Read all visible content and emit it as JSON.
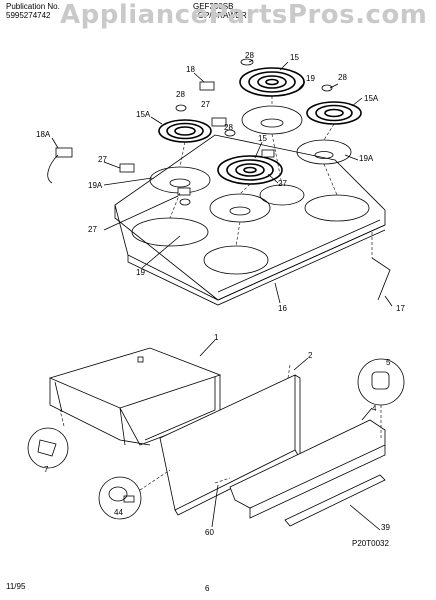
{
  "header": {
    "publication_label": "Publication No.",
    "publication_number": "5995274742",
    "model": "GEF350SB",
    "section": "TOP/DRAWER"
  },
  "watermark": "AppliancePartsPros.com",
  "parts": {
    "p28a": "28",
    "p15a": "15",
    "p18": "18",
    "p19a": "19",
    "p28b": "28",
    "p28c": "28",
    "p15A_a": "15A",
    "p15A_b": "15A",
    "p27a": "27",
    "p18A": "18A",
    "p27b": "27",
    "p28d": "28",
    "p15b": "15",
    "p19A_a": "19A",
    "p19A_b": "19A",
    "p27c": "27",
    "p27d": "27",
    "p19b": "19",
    "p16": "16",
    "p17": "17",
    "p1": "1",
    "p2": "2",
    "p5": "5",
    "p4": "4",
    "p7": "7",
    "p44": "44",
    "p60": "60",
    "p39": "39"
  },
  "drawing_code": "P20T0032",
  "footer": {
    "date": "11/95",
    "page": "6"
  }
}
